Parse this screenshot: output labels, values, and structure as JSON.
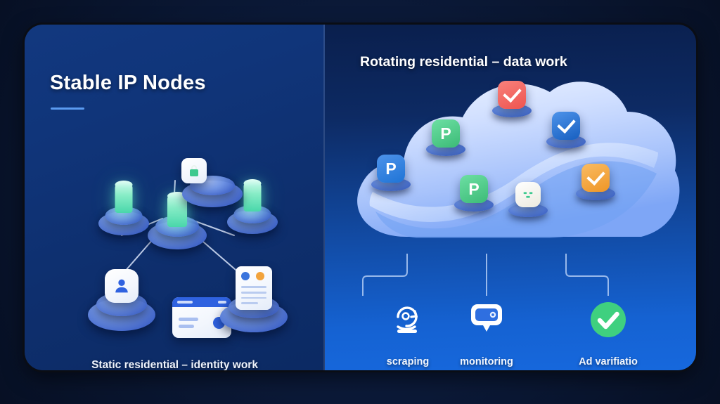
{
  "theme": {
    "page_bg": "#0b1c3d",
    "left_panel_bg": "#10357a",
    "right_panel_bg": "#1562d2",
    "accent_underline": "#5b9bf0",
    "green_node": "#49d7aa",
    "badge_red": "#f2635f",
    "badge_blue": "#1f74d6",
    "badge_green": "#46c883",
    "badge_orange": "#f2a33c",
    "badge_white": "#f4f2ea",
    "check_green": "#3fd07f"
  },
  "left_panel": {
    "title": "Stable IP Nodes",
    "caption": "Static residential – identity work",
    "nodes": [
      {
        "name": "lock-node",
        "icon": "lock-icon"
      },
      {
        "name": "prism-node-left",
        "icon": "prism-icon"
      },
      {
        "name": "prism-node-right",
        "icon": "prism-icon"
      },
      {
        "name": "hub-node",
        "icon": "prism-icon"
      },
      {
        "name": "user-node",
        "icon": "user-icon"
      },
      {
        "name": "id-card-node",
        "icon": "id-card-icon"
      },
      {
        "name": "document-node",
        "icon": "document-icon"
      }
    ]
  },
  "right_panel": {
    "title": "Rotating residential – data work",
    "cloud": {
      "name": "cloud-illustration",
      "badges": [
        {
          "label": "P",
          "color": "#1f74d6",
          "type": "letter",
          "name": "proxy-badge-blue-left"
        },
        {
          "label": "P",
          "color": "#46c883",
          "type": "letter",
          "name": "proxy-badge-green-top"
        },
        {
          "label": "P",
          "color": "#46c883",
          "type": "letter",
          "name": "proxy-badge-green-center"
        },
        {
          "label": "",
          "color": "#f2635f",
          "type": "check",
          "name": "check-badge-red"
        },
        {
          "label": "",
          "color": "#1f74d6",
          "type": "check",
          "name": "check-badge-blue"
        },
        {
          "label": "",
          "color": "#f2a33c",
          "type": "check",
          "name": "check-badge-orange"
        },
        {
          "label": "",
          "color": "#f4f2ea",
          "type": "face",
          "name": "server-badge-white"
        }
      ]
    },
    "use_cases": [
      {
        "label": "scraping",
        "icon": "scraping-icon"
      },
      {
        "label": "monitoring",
        "icon": "monitor-icon"
      },
      {
        "label": "Ad varifiatio",
        "icon": "check-circle-icon"
      }
    ]
  }
}
